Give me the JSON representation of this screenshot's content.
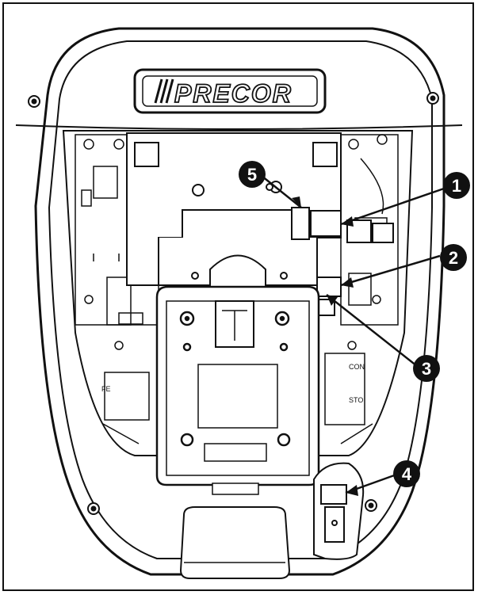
{
  "brand": {
    "name": "PRECOR"
  },
  "labels": {
    "con": "CON",
    "sto": "STO",
    "fe": "FE"
  },
  "callouts": [
    {
      "id": 1,
      "label": "1"
    },
    {
      "id": 2,
      "label": "2"
    },
    {
      "id": 3,
      "label": "3"
    },
    {
      "id": 4,
      "label": "4"
    },
    {
      "id": 5,
      "label": "5"
    }
  ]
}
